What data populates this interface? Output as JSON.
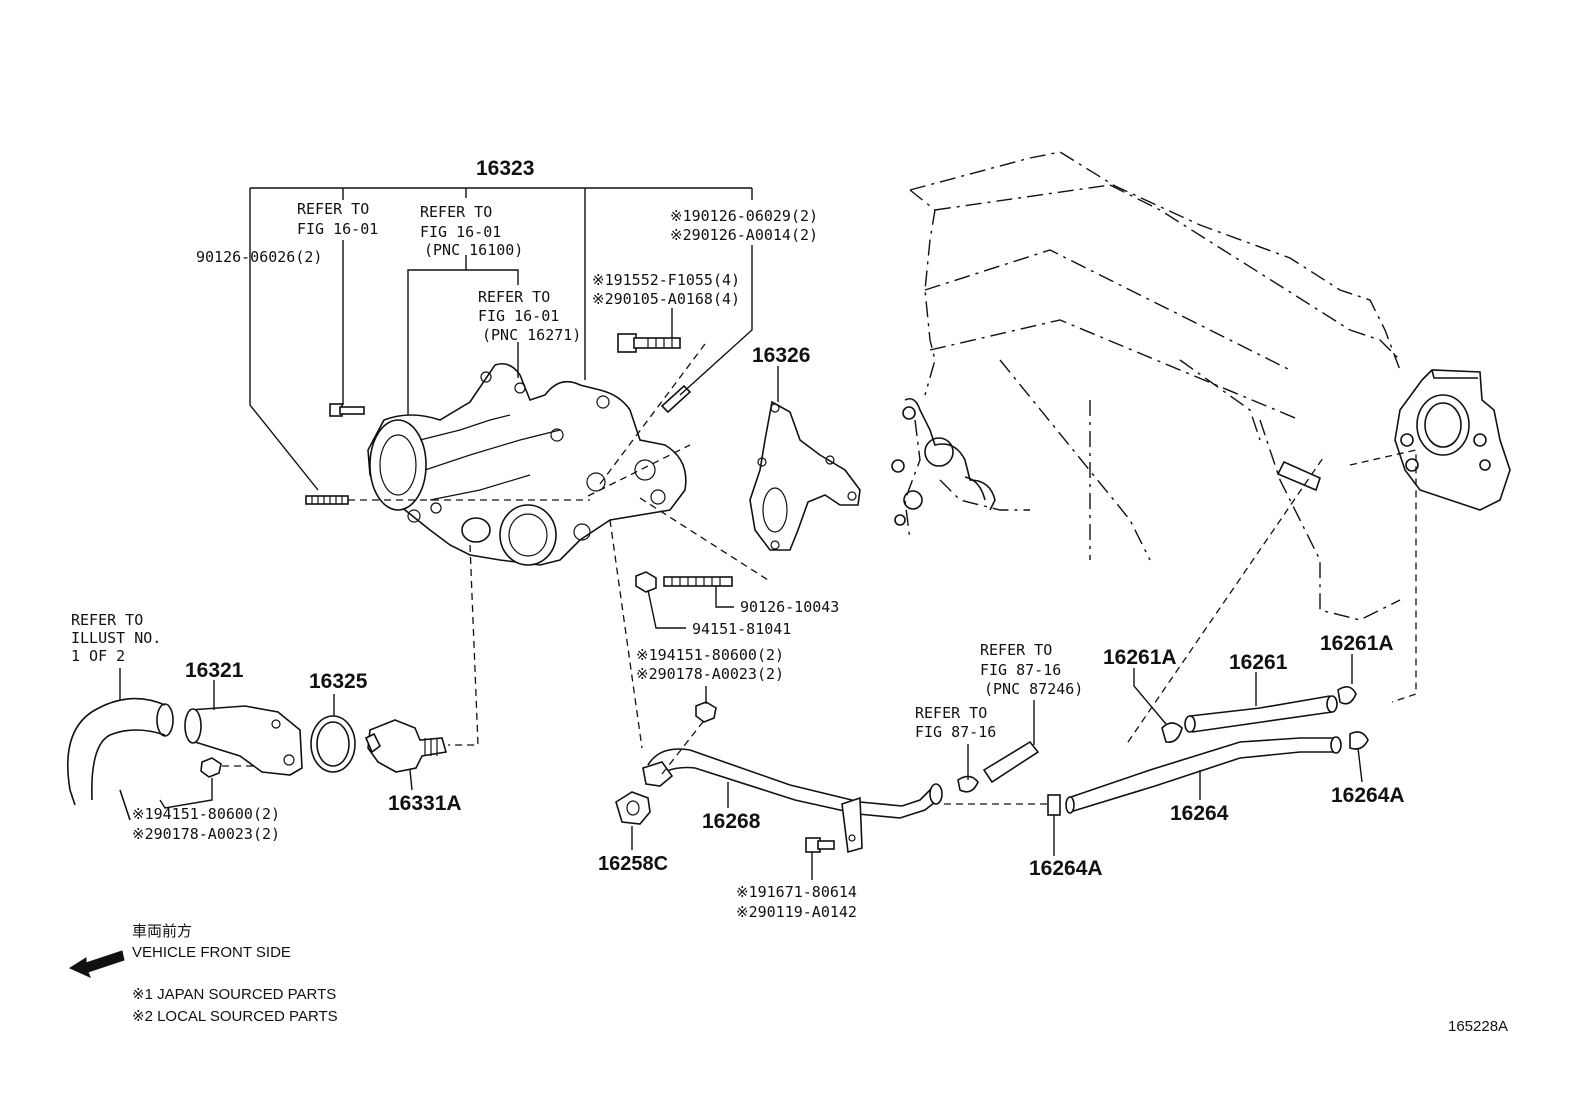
{
  "figure_id": "165228A",
  "labels": {
    "pnc_16323": "16323",
    "refer_a_1": "REFER TO",
    "refer_a_2": "FIG 16-01",
    "refer_b_1": "REFER TO",
    "refer_b_2": "FIG 16-01",
    "refer_b_3": "(PNC 16100)",
    "refer_c_1": "REFER TO",
    "refer_c_2": "FIG 16-01",
    "refer_c_3": "(PNC 16271)",
    "bolt_90126_06026": "90126-06026(2)",
    "stud_1_90126_06029": "※190126-06029(2)",
    "stud_2_90126_A0014": "※290126-A0014(2)",
    "bolt_1_91552_F1055": "※191552-F1055(4)",
    "bolt_2_90105_A0168": "※290105-A0168(4)",
    "pnc_16326": "16326",
    "stud_90126_10043": "90126-10043",
    "nut_94151_81041": "94151-81041",
    "nut_1_94151_80600_b": "※194151-80600(2)",
    "nut_2_90178_A0023_b": "※290178-A0023(2)",
    "refer_illust_1": "REFER TO",
    "refer_illust_2": "ILLUST NO.",
    "refer_illust_3": "1 OF 2",
    "pnc_16321": "16321",
    "pnc_16325": "16325",
    "pnc_16331A": "16331A",
    "nut_1_94151_80600_a": "※194151-80600(2)",
    "nut_2_90178_A0023_a": "※290178-A0023(2)",
    "pnc_16268": "16268",
    "pnc_16258C": "16258C",
    "bolt_1_91671_80614": "※191671-80614",
    "bolt_2_90119_A0142": "※290119-A0142",
    "refer_87_a_1": "REFER TO",
    "refer_87_a_2": "FIG 87-16",
    "refer_87_a_3": "(PNC 87246)",
    "refer_87_b_1": "REFER TO",
    "refer_87_b_2": "FIG 87-16",
    "pnc_16261A_left": "16261A",
    "pnc_16261": "16261",
    "pnc_16261A_right": "16261A",
    "pnc_16264": "16264",
    "pnc_16264A_right": "16264A",
    "pnc_16264A_bottom": "16264A"
  },
  "legend": {
    "front_jp": "車両前方",
    "front_en": "VEHICLE FRONT SIDE",
    "note_1": "※1 JAPAN SOURCED PARTS",
    "note_2": "※2 LOCAL SOURCED PARTS"
  }
}
